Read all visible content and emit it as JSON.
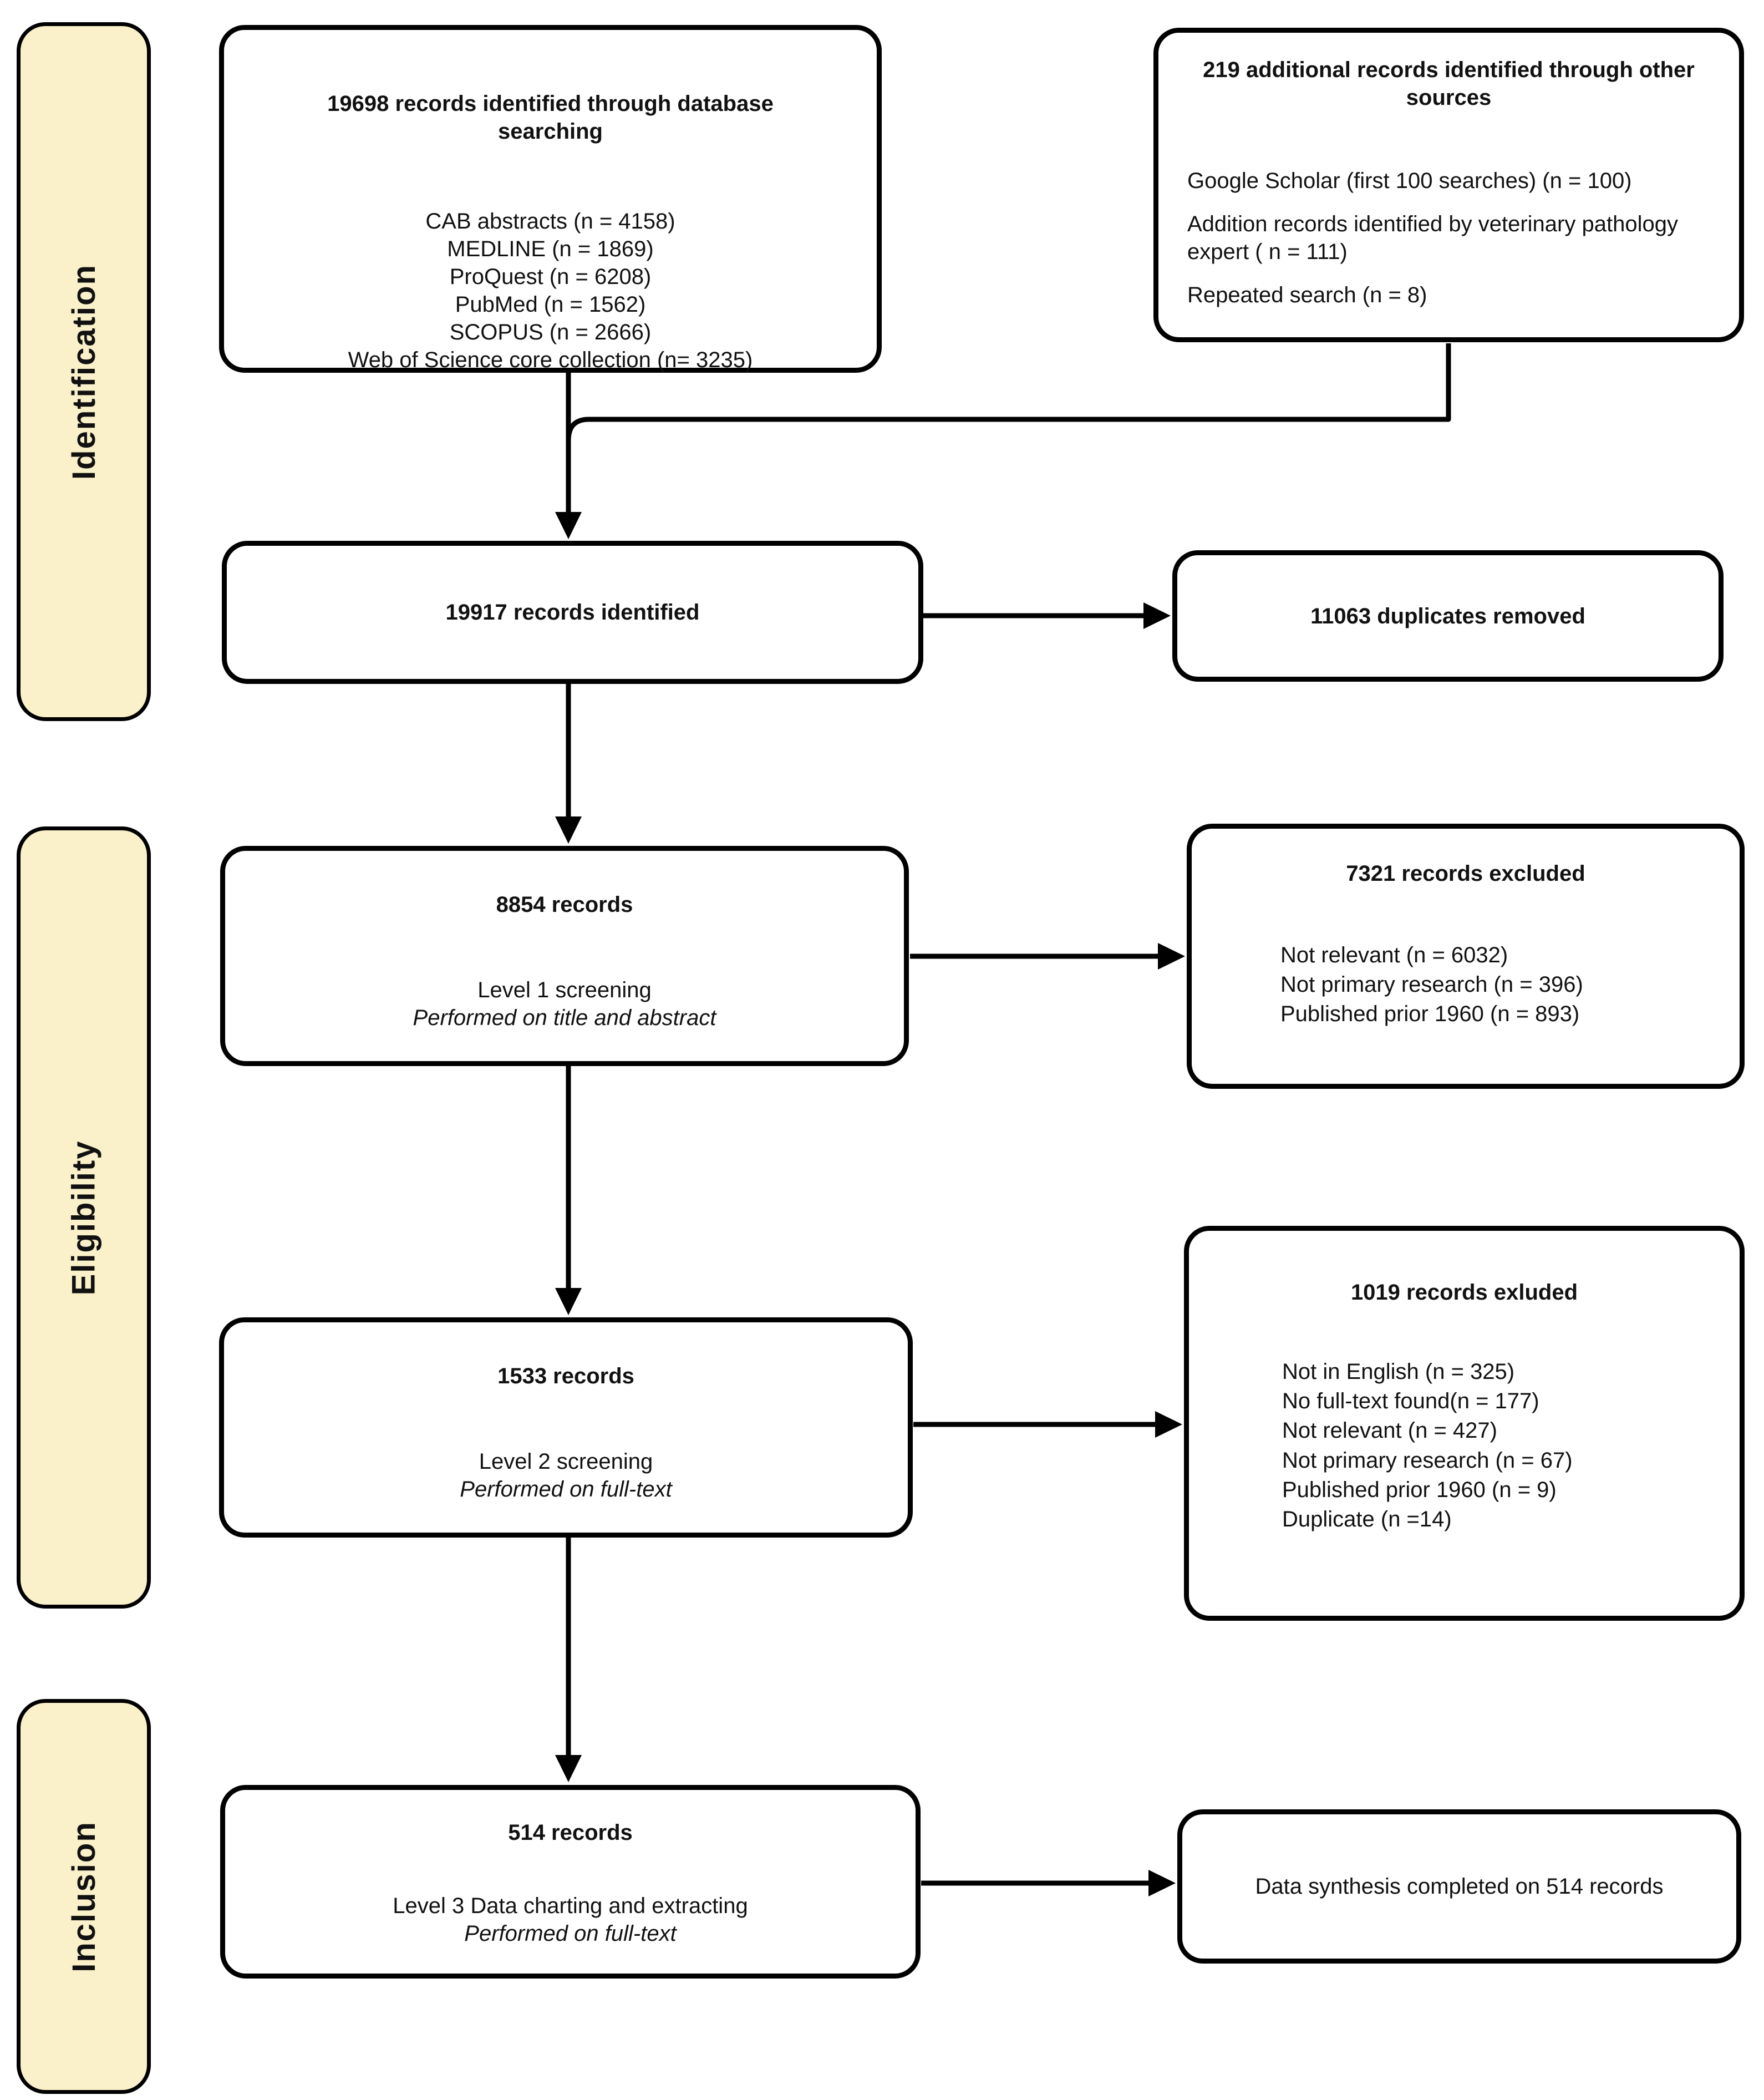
{
  "colors": {
    "stage_label_fill": "#faf0c9",
    "box_fill": "#ffffff",
    "line": "#000000",
    "text": "#111111"
  },
  "stages": {
    "identification": "Identification",
    "eligibility": "Eligibility",
    "inclusion": "Inclusion"
  },
  "db_search": {
    "title": "19698 records identified through database searching",
    "items": [
      "CAB abstracts (n = 4158)",
      "MEDLINE (n = 1869)",
      "ProQuest (n = 6208)",
      "PubMed (n = 1562)",
      "SCOPUS (n = 2666)",
      "Web of Science core collection (n= 3235)"
    ]
  },
  "other_sources": {
    "title": "219 additional records identified through other sources",
    "items": [
      "Google Scholar (first 100 searches) (n = 100)",
      "Addition records identified by veterinary pathology expert ( n = 111)",
      "Repeated search (n = 8)"
    ]
  },
  "records_identified": {
    "text": "19917 records identified"
  },
  "duplicates_removed": {
    "text": "11063 duplicates removed"
  },
  "level1": {
    "count": "8854 records",
    "line1": "Level 1 screening",
    "line2": "Performed on title and abstract"
  },
  "excluded1": {
    "title": "7321 records excluded",
    "items": [
      "Not relevant (n = 6032)",
      "Not primary research (n = 396)",
      "Published prior 1960 (n = 893)"
    ]
  },
  "level2": {
    "count": "1533 records",
    "line1": "Level 2 screening",
    "line2": "Performed on full-text"
  },
  "excluded2": {
    "title": "1019 records exluded",
    "items": [
      "Not in English (n = 325)",
      "No full-text found(n = 177)",
      "Not relevant (n = 427)",
      "Not primary research (n = 67)",
      "Published prior 1960 (n = 9)",
      "Duplicate (n =14)"
    ]
  },
  "level3": {
    "count": "514 records",
    "line1": "Level 3 Data charting and extracting",
    "line2": "Performed on full-text"
  },
  "synthesis": {
    "text": "Data synthesis completed on 514 records"
  }
}
